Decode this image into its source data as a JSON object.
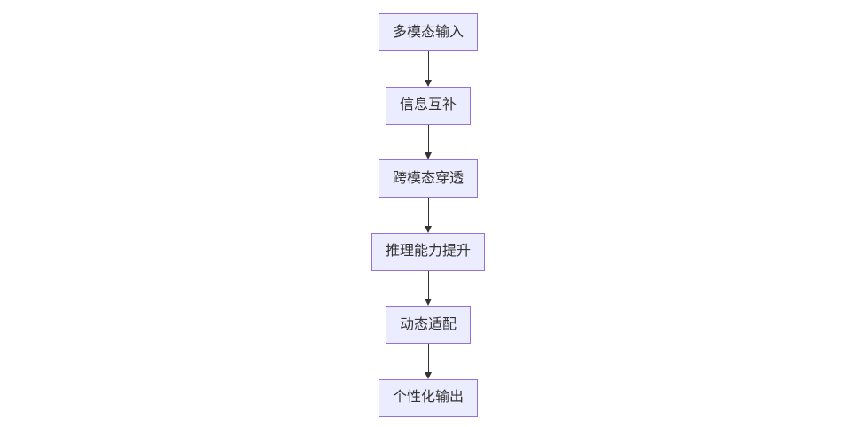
{
  "diagram": {
    "type": "flowchart",
    "direction": "top-down",
    "nodes": [
      {
        "id": "A",
        "label": "多模态输入"
      },
      {
        "id": "B",
        "label": "信息互补"
      },
      {
        "id": "C",
        "label": "跨模态穿透"
      },
      {
        "id": "D",
        "label": "推理能力提升"
      },
      {
        "id": "E",
        "label": "动态适配"
      },
      {
        "id": "F",
        "label": "个性化输出"
      }
    ],
    "edges": [
      {
        "from": "多模态输入",
        "to": "信息互补"
      },
      {
        "from": "信息互补",
        "to": "跨模态穿透"
      },
      {
        "from": "跨模态穿透",
        "to": "推理能力提升"
      },
      {
        "from": "推理能力提升",
        "to": "动态适配"
      },
      {
        "from": "动态适配",
        "to": "个性化输出"
      }
    ],
    "colors": {
      "node_fill": "#ECECFF",
      "node_border": "#9370DB",
      "node_text": "#333333",
      "arrow": "#333333",
      "background": "#FFFFFF"
    }
  }
}
